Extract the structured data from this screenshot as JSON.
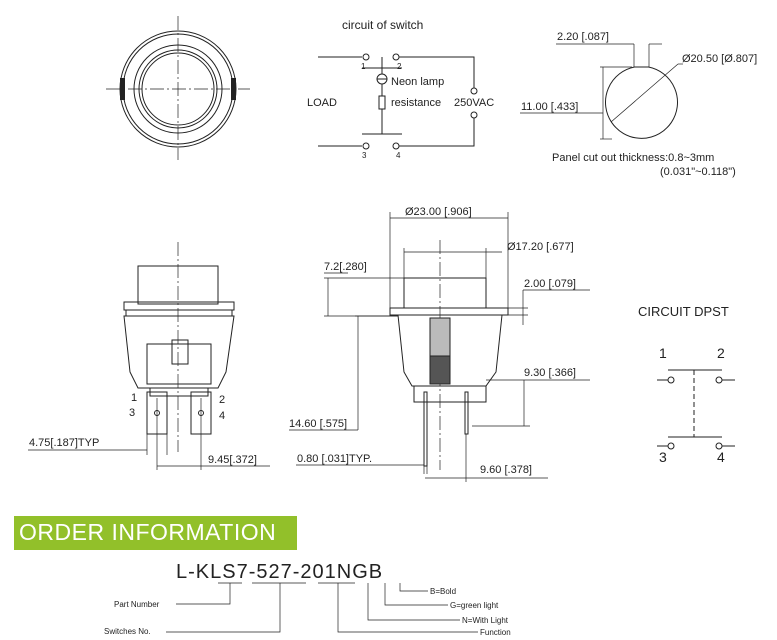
{
  "circuit_of_switch": {
    "title": "circuit of switch",
    "pins": [
      "1",
      "2",
      "3",
      "4"
    ],
    "neon_lamp": "Neon lamp",
    "resistance": "resistance",
    "load": "LOAD",
    "voltage": "250VAC"
  },
  "panel_cutout": {
    "flat_width": "2.20 [.087]",
    "diameter": "Ø20.50 [Ø.807]",
    "flat_depth": "11.00 [.433]",
    "thickness_line1": "Panel cut out thickness:0.8~3mm",
    "thickness_line2": "(0.031\"~0.118\")"
  },
  "front_view": {
    "pins_left": [
      "1",
      "3"
    ],
    "pins_right": [
      "2",
      "4"
    ],
    "terminal_width": "4.75[.187]TYP",
    "pin_spacing": "9.45[.372]"
  },
  "side_view": {
    "body_diameter": "Ø23.00 [.906]",
    "cap_diameter": "Ø17.20 [.677]",
    "cap_height": "7.2[.280]",
    "flange_thickness": "2.00 [.079]",
    "body_height": "9.30 [.366]",
    "total_height": "14.60 [.575]",
    "terminal_thickness": "0.80 [.031]TYP.",
    "terminal_spacing": "9.60 [.378]"
  },
  "circuit_dpst": {
    "title": "CIRCUIT  DPST",
    "pins_top": [
      "1",
      "2"
    ],
    "pins_bottom": [
      "3",
      "4"
    ]
  },
  "order_information": {
    "banner": "ORDER INFORMATION",
    "part_code": "L-KLS7-527-201NGB",
    "callouts": {
      "b": "B=Bold",
      "g": "G=green light",
      "n": "N=With Light",
      "function": "Function",
      "part_number": "Part Number",
      "switches_no": "Switches  No."
    }
  },
  "colors": {
    "banner": "#92c02a",
    "banner_text": "#ffffff",
    "line": "#222222"
  }
}
